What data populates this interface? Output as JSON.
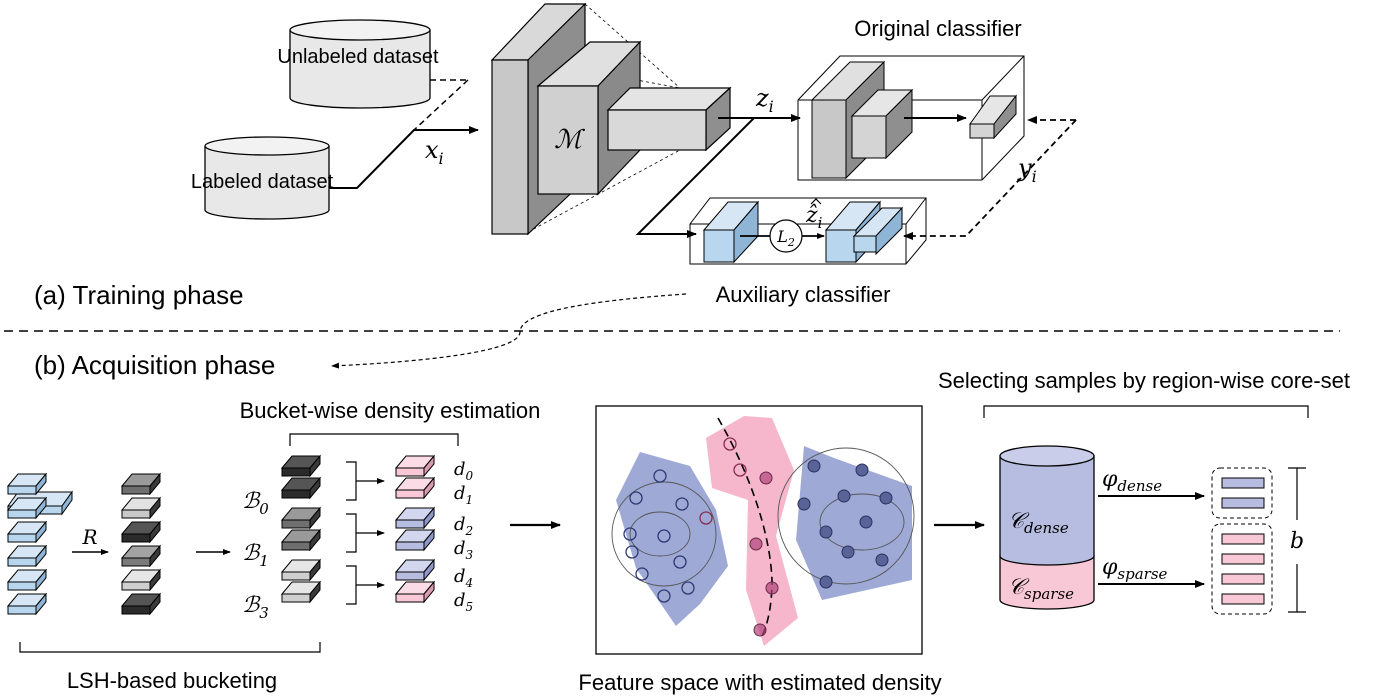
{
  "training": {
    "phase_label": "(a) Training phase",
    "unlabeled_dataset": "Unlabeled dataset",
    "labeled_dataset": "Labeled dataset",
    "x_i": "x_i",
    "model": "ℳ",
    "z_i": "z_i",
    "z_hat_i": "ẑ_i",
    "y_i": "y_i",
    "l2": "L2",
    "original_classifier": "Original classifier",
    "auxiliary_classifier": "Auxiliary classifier"
  },
  "acquisition": {
    "phase_label": "(b) Acquisition phase",
    "lsh_bucketing": "LSH-based bucketing",
    "r_label": "R",
    "bucket_density": "Bucket-wise density estimation",
    "buckets": [
      "𝓑0",
      "𝓑1",
      "𝓑3"
    ],
    "densities": [
      "d0",
      "d1",
      "d2",
      "d3",
      "d4",
      "d5"
    ],
    "feature_space": "Feature space with estimated density",
    "selecting_samples": "Selecting samples by region-wise core-set",
    "c_dense": "C_dense",
    "c_sparse": "C_sparse",
    "phi_dense": "φ_dense",
    "phi_sparse": "φ_sparse",
    "budget": "b"
  },
  "colors": {
    "blue": "#b8d7ef",
    "blue_dark": "#8fb5d6",
    "lavender": "#b7bde0",
    "pink": "#f9c8d6",
    "region_blue": "#7f8cc8",
    "region_pink": "#f4a9c2",
    "gray": "#cfcfcf"
  }
}
